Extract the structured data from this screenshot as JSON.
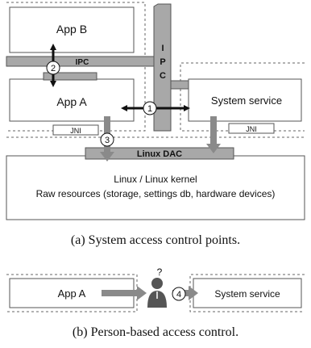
{
  "diagram_a": {
    "boxes": {
      "app_b": "App B",
      "app_a": "App A",
      "system_service": "System service",
      "kernel_line1": "Linux / Linux kernel",
      "kernel_line2": "Raw resources (storage, settings db, hardware devices)"
    },
    "labels": {
      "ipc_horizontal": "IPC",
      "ipc_vertical_chars": [
        "I",
        "P",
        "C"
      ],
      "jni_app": "JNI",
      "jni_service": "JNI",
      "linux_dac": "Linux DAC"
    },
    "markers": {
      "m1": "1",
      "m2": "2",
      "m3": "3"
    },
    "caption": "(a) System access control points."
  },
  "diagram_b": {
    "boxes": {
      "app_a": "App A",
      "system_service": "System service"
    },
    "person_question": "?",
    "markers": {
      "m4": "4"
    },
    "caption": "(b) Person-based access control."
  },
  "colors": {
    "bar_fill": "#a8a8a8",
    "bar_stroke": "#555555",
    "box_stroke": "#555555",
    "arrow_gray": "#8a8a8a",
    "arrow_black": "#111111",
    "person": "#555555"
  }
}
